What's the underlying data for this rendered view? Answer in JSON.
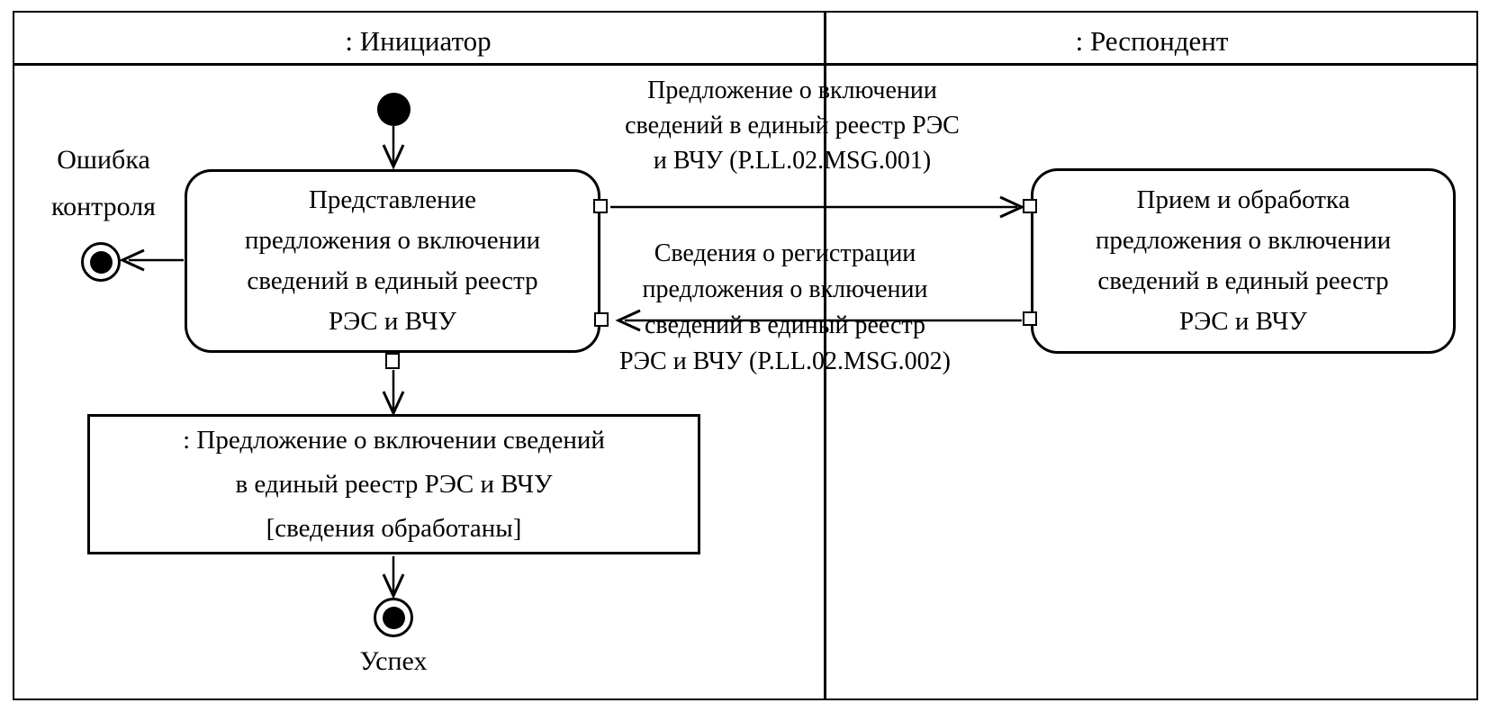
{
  "diagram": {
    "lanes": [
      {
        "label": ": Инициатор"
      },
      {
        "label": ": Респондент"
      }
    ],
    "actions": {
      "left": {
        "lines": [
          "Представление",
          "предложения о включении",
          "сведений в единый реестр",
          "РЭС и ВЧУ"
        ]
      },
      "right": {
        "lines": [
          "Прием и обработка",
          "предложения о включении",
          "сведений в единый реестр",
          "РЭС и ВЧУ"
        ]
      }
    },
    "object_node": {
      "lines": [
        ": Предложение о включении сведений",
        "в единый реестр РЭС и ВЧУ",
        "[сведения обработаны]"
      ]
    },
    "messages": {
      "to_respondent": {
        "lines": [
          "Предложение о включении",
          "сведений в единый реестр РЭС",
          "и ВЧУ (P.LL.02.MSG.001)"
        ]
      },
      "to_initiator": {
        "lines": [
          "Сведения о регистрации",
          "предложения о включении",
          "сведений в единый реестр",
          "РЭС и ВЧУ (P.LL.02.MSG.002)"
        ]
      }
    },
    "final_states": {
      "error": {
        "lines": [
          "Ошибка",
          "контроля"
        ]
      },
      "success": {
        "label": "Успех"
      }
    },
    "colors": {
      "line": "#000000",
      "background": "#ffffff"
    }
  }
}
